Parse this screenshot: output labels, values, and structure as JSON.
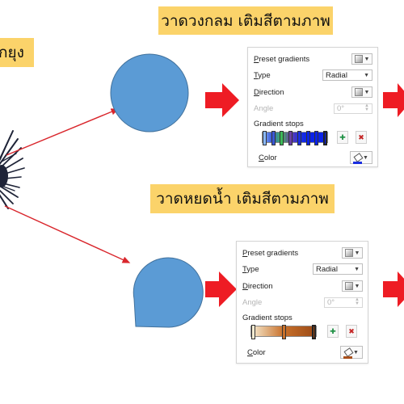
{
  "banners": {
    "left": "กยุง",
    "top": "วาดวงกลม เติมสีตามภาพ",
    "middle": "วาดหยดน้ำ เติมสีตามภาพ"
  },
  "colors": {
    "banner": "#fbd36a",
    "shape_fill": "#5b9bd5",
    "shape_stroke": "#41719c",
    "connector": "#d9262c",
    "arrow": "#ee1c24",
    "spiky_figure": "#1f2438"
  },
  "panels": [
    {
      "preset_gradients": {
        "label": "Preset gradients",
        "accel": "P",
        "rest": "reset gradients",
        "icon": "gradient-swatch-icon"
      },
      "type": {
        "label": "Type",
        "accel": "T",
        "rest": "ype",
        "value": "Radial"
      },
      "direction": {
        "label": "Direction",
        "accel": "D",
        "rest": "irection",
        "icon": "direction-swatch-icon"
      },
      "angle": {
        "label": "Angle",
        "accel": "e",
        "value": "0°",
        "disabled": true
      },
      "gradient_stops": {
        "label": "Gradient stops",
        "stops": [
          "#8ab8ff",
          "#3a57d6",
          "#3dbb59",
          "#6b3fa8",
          "#1c2fe0",
          "#0a22e8",
          "#0a22e8",
          "#0a22e8"
        ]
      },
      "color": {
        "label": "Color",
        "accel": "C",
        "rest": "olor",
        "swatch": "#1a2ee0"
      }
    },
    {
      "preset_gradients": {
        "label": "Preset gradients",
        "accel": "P",
        "rest": "reset gradients",
        "icon": "gradient-swatch-icon"
      },
      "type": {
        "label": "Type",
        "accel": "T",
        "rest": "ype",
        "value": "Radial"
      },
      "direction": {
        "label": "Direction",
        "accel": "D",
        "rest": "irection",
        "icon": "direction-swatch-icon"
      },
      "angle": {
        "label": "Angle",
        "accel": "e",
        "value": "0°",
        "disabled": true
      },
      "gradient_stops": {
        "label": "Gradient stops",
        "stops": [
          "#f7ecd2",
          "#c8702a",
          "#9b4a16"
        ]
      },
      "color": {
        "label": "Color",
        "accel": "C",
        "rest": "olor",
        "swatch": "#a84f1a"
      }
    }
  ]
}
